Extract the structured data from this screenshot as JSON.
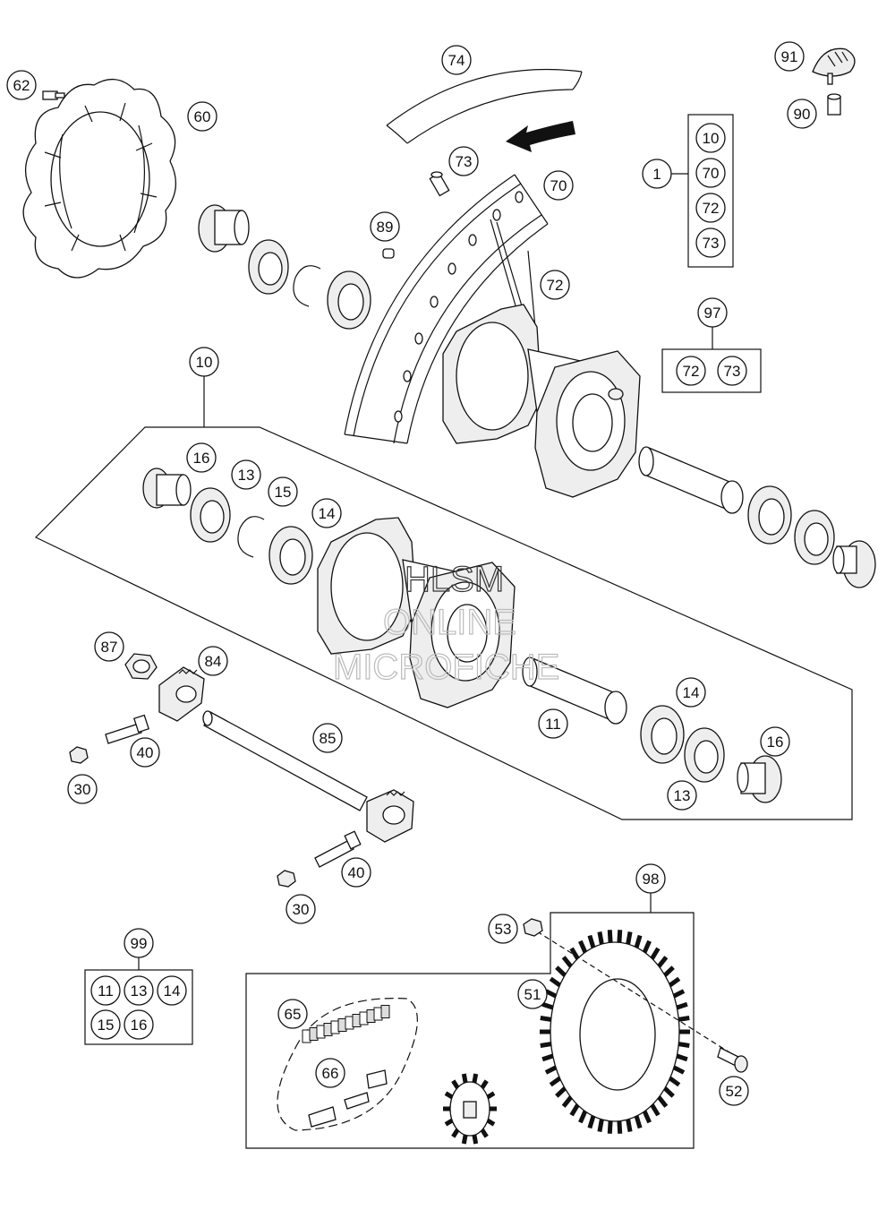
{
  "watermark": {
    "line1": "HLSM",
    "line2": "ONLINE",
    "line3": "MICROFICHE"
  },
  "callouts": [
    {
      "id": "c62",
      "label": "62"
    },
    {
      "id": "c60",
      "label": "60"
    },
    {
      "id": "c74",
      "label": "74"
    },
    {
      "id": "c73a",
      "label": "73"
    },
    {
      "id": "c70",
      "label": "70"
    },
    {
      "id": "c89",
      "label": "89"
    },
    {
      "id": "c72",
      "label": "72"
    },
    {
      "id": "c91",
      "label": "91"
    },
    {
      "id": "c90",
      "label": "90"
    },
    {
      "id": "c1",
      "label": "1"
    },
    {
      "id": "c97",
      "label": "97"
    },
    {
      "id": "c10",
      "label": "10"
    },
    {
      "id": "c16a",
      "label": "16"
    },
    {
      "id": "c13a",
      "label": "13"
    },
    {
      "id": "c15",
      "label": "15"
    },
    {
      "id": "c14a",
      "label": "14"
    },
    {
      "id": "c87",
      "label": "87"
    },
    {
      "id": "c84",
      "label": "84"
    },
    {
      "id": "c40a",
      "label": "40"
    },
    {
      "id": "c30a",
      "label": "30"
    },
    {
      "id": "c85",
      "label": "85"
    },
    {
      "id": "c11",
      "label": "11"
    },
    {
      "id": "c14b",
      "label": "14"
    },
    {
      "id": "c16b",
      "label": "16"
    },
    {
      "id": "c13b",
      "label": "13"
    },
    {
      "id": "c40b",
      "label": "40"
    },
    {
      "id": "c30b",
      "label": "30"
    },
    {
      "id": "c98",
      "label": "98"
    },
    {
      "id": "c53",
      "label": "53"
    },
    {
      "id": "c51",
      "label": "51"
    },
    {
      "id": "c52",
      "label": "52"
    },
    {
      "id": "c65",
      "label": "65"
    },
    {
      "id": "c66",
      "label": "66"
    },
    {
      "id": "c99",
      "label": "99"
    }
  ],
  "kit1": [
    "10",
    "70",
    "72",
    "73"
  ],
  "kit97": [
    "72",
    "73"
  ],
  "kit99": [
    "11",
    "13",
    "14",
    "15",
    "16"
  ]
}
